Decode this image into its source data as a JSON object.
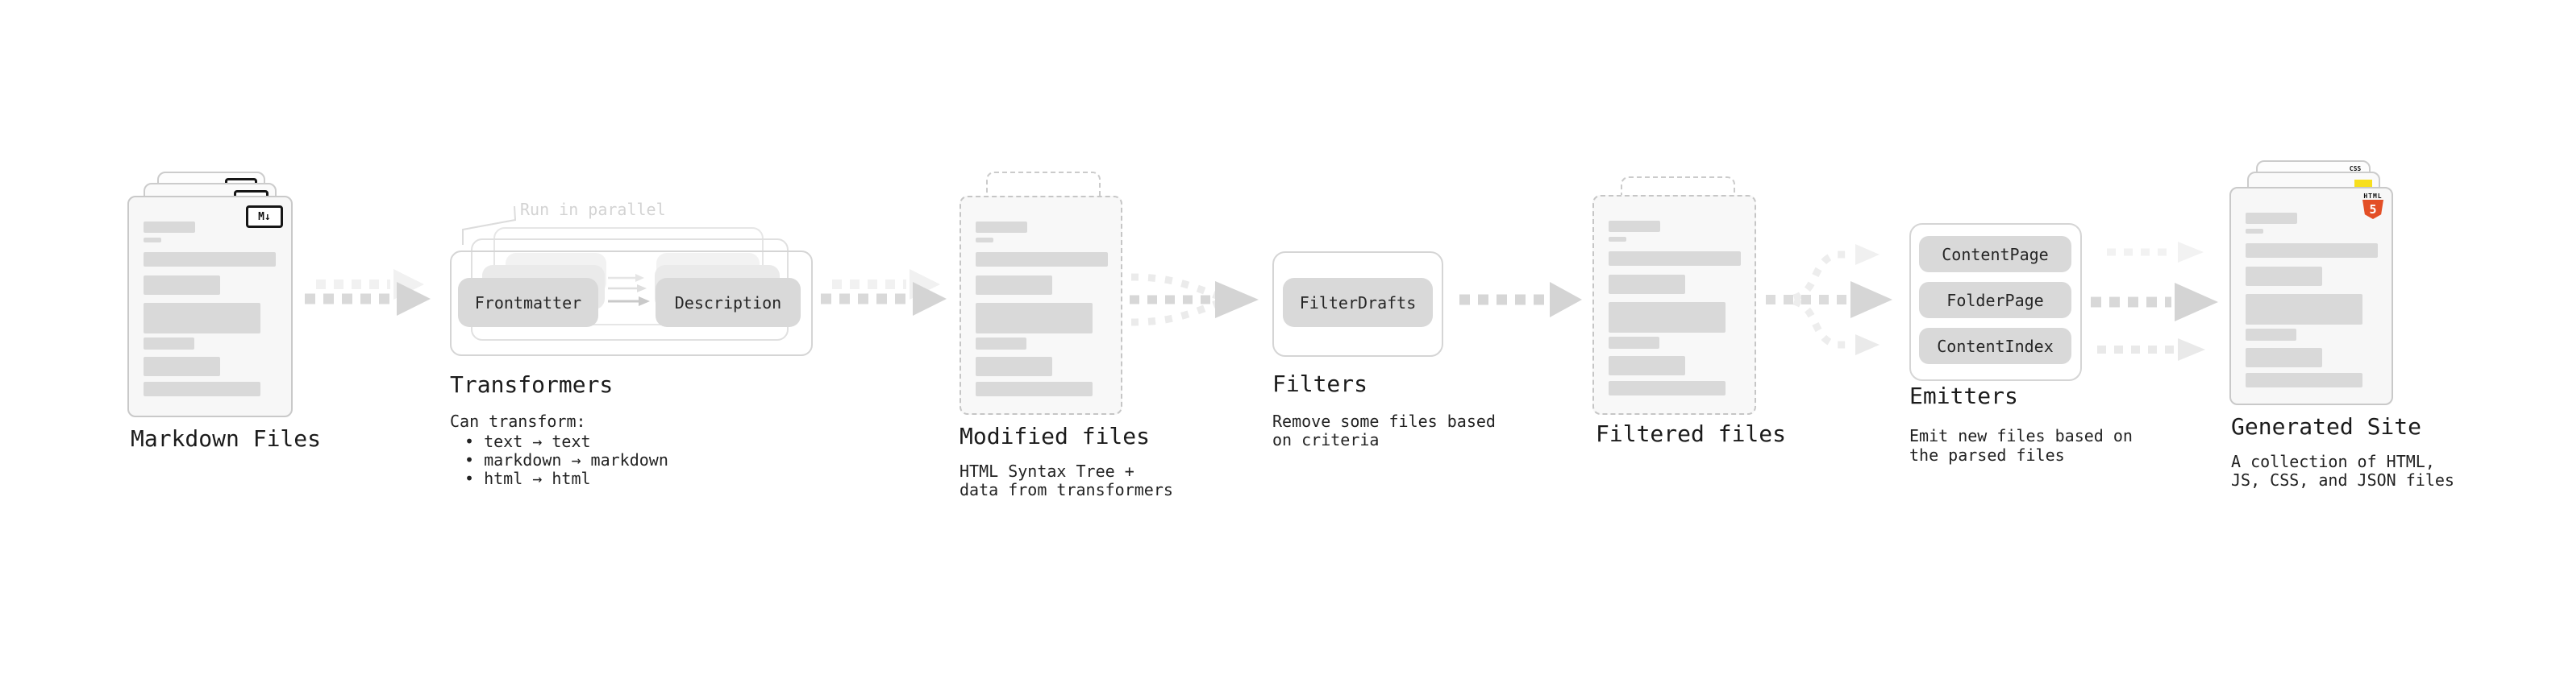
{
  "pipeline": {
    "markdown_files": {
      "heading": "Markdown Files",
      "badge": "M↓"
    },
    "transformers": {
      "heading": "Transformers",
      "annotation": "Run in parallel",
      "pills": {
        "frontmatter": "Frontmatter",
        "description": "Description"
      },
      "desc_intro": "Can transform:",
      "bullets": [
        "• text → text",
        "• markdown → markdown",
        "• html → html"
      ]
    },
    "modified_files": {
      "heading": "Modified files",
      "desc_line1": "HTML Syntax Tree +",
      "desc_line2": "data from transformers"
    },
    "filters": {
      "heading": "Filters",
      "pill": "FilterDrafts",
      "desc_line1": "Remove some files based",
      "desc_line2": "on criteria"
    },
    "filtered_files": {
      "heading": "Filtered files"
    },
    "emitters": {
      "heading": "Emitters",
      "pills": [
        "ContentPage",
        "FolderPage",
        "ContentIndex"
      ],
      "desc_line1": "Emit new files based on",
      "desc_line2": "the parsed files"
    },
    "generated_site": {
      "heading": "Generated Site",
      "desc_line1": "A collection of HTML,",
      "desc_line2": "JS, CSS, and JSON files",
      "badge_css": "CSS",
      "badge_html_label": "HTML",
      "badge_html_number": "5"
    }
  },
  "colors": {
    "text": "#1c1c1c",
    "skeleton": "#d9d9d9",
    "pill_bg": "#d9d9d9",
    "annotation_gray": "#d3d3d3",
    "arrow_main": "#d9d9d9",
    "arrow_ghost": "#f0f0f0",
    "html5_orange": "#e34f26",
    "js_yellow": "#f7df1e",
    "css_blue": "#2962ff"
  }
}
